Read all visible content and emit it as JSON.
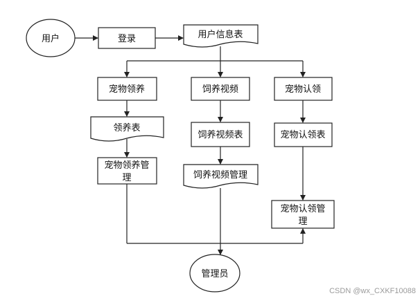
{
  "diagram": {
    "nodes": {
      "user": "用户",
      "login": "登录",
      "user_info_table": "用户信息表",
      "pet_adopt": "宠物领养",
      "feed_video": "饲养视频",
      "pet_claim": "宠物认领",
      "adopt_table": "领养表",
      "feed_video_table": "饲养视频表",
      "claim_table": "宠物认领表",
      "adopt_mgmt_line1": "宠物领养管",
      "adopt_mgmt_line2": "理",
      "feed_video_mgmt": "饲养视频管理",
      "claim_mgmt_line1": "宠物认领管",
      "claim_mgmt_line2": "理",
      "admin": "管理员"
    },
    "watermark": "CSDN @wx_CXKF10088"
  }
}
